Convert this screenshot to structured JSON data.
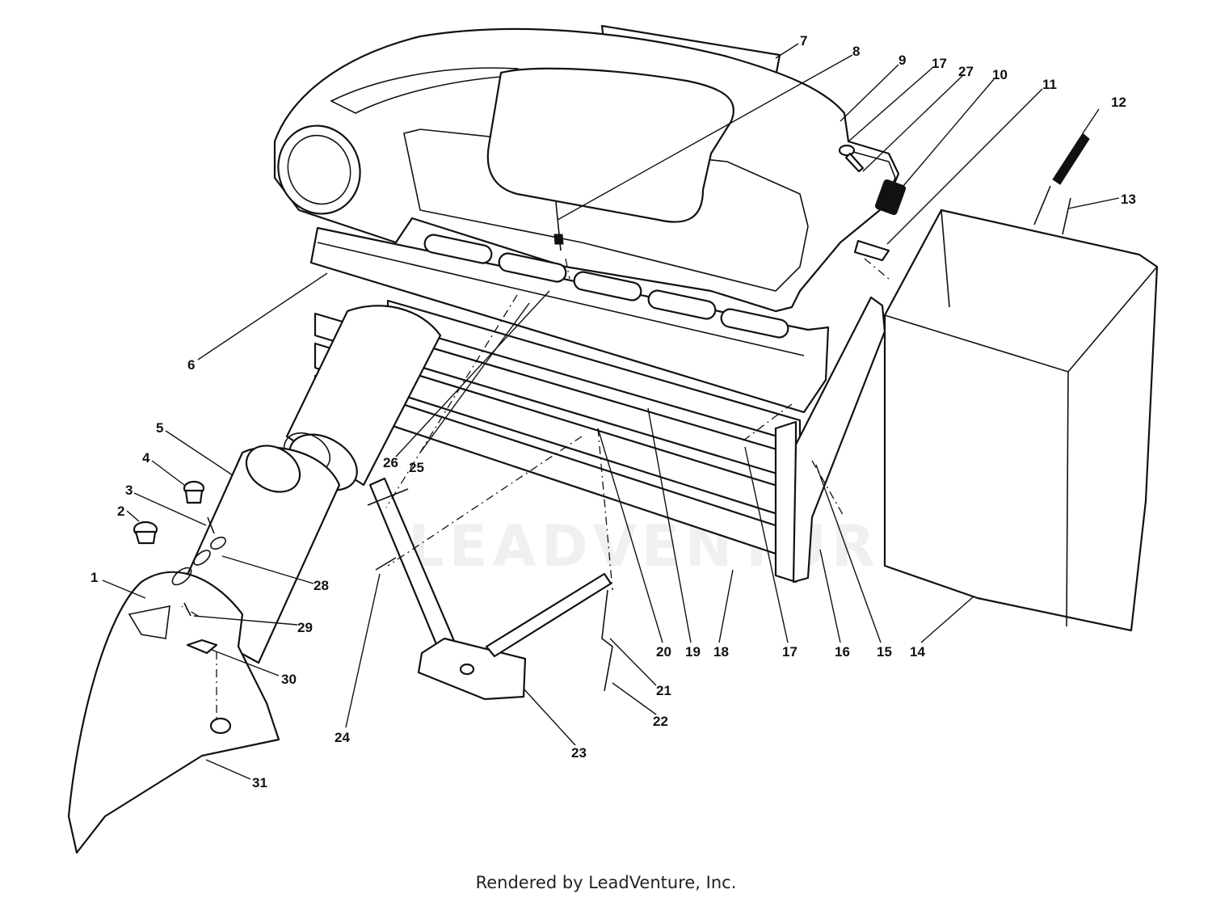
{
  "watermark": "LEADVENTURE",
  "footer": "Rendered by LeadVenture, Inc.",
  "callouts": [
    "1",
    "2",
    "3",
    "4",
    "5",
    "6",
    "7",
    "8",
    "9",
    "10",
    "11",
    "12",
    "13",
    "14",
    "15",
    "16",
    "17",
    "18",
    "19",
    "20",
    "21",
    "22",
    "23",
    "24",
    "25",
    "26",
    "27",
    "28",
    "29",
    "30",
    "31"
  ],
  "callout_17_repeat": "17"
}
